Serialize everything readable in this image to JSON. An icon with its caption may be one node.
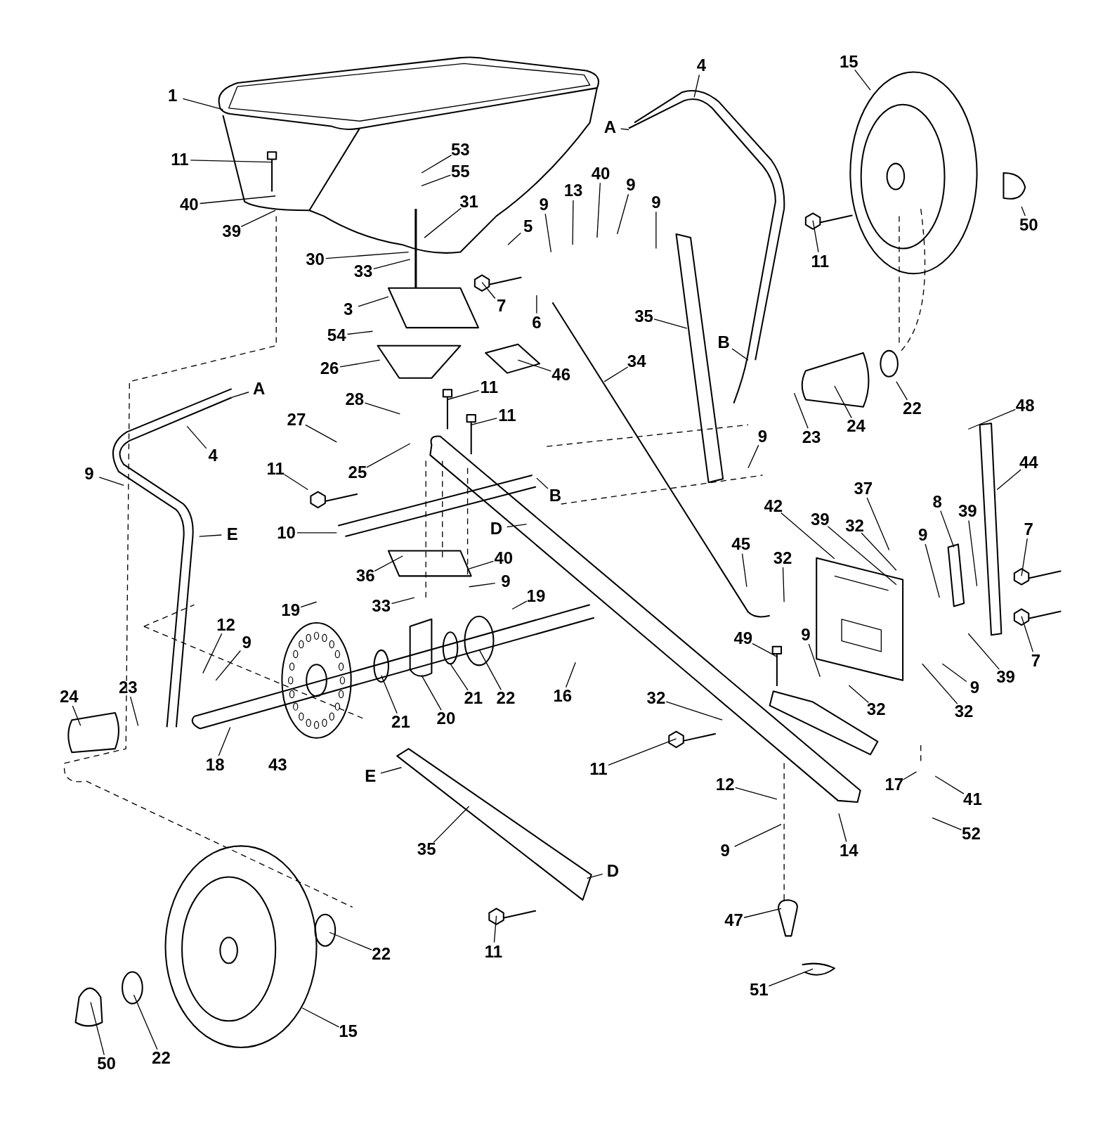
{
  "diagram": {
    "nodes": [
      {
        "text": [
          "1"
        ]
      },
      {
        "text": [
          "11"
        ]
      },
      {
        "text": [
          "40"
        ]
      },
      {
        "text": [
          "39"
        ]
      },
      {
        "text": [
          "53"
        ]
      },
      {
        "text": [
          "55"
        ]
      },
      {
        "text": [
          "31"
        ]
      },
      {
        "text": [
          "30"
        ]
      },
      {
        "text": [
          "33"
        ]
      },
      {
        "text": [
          "3"
        ]
      },
      {
        "text": [
          "54"
        ]
      },
      {
        "text": [
          "26"
        ]
      },
      {
        "text": [
          "28"
        ]
      },
      {
        "text": [
          "11"
        ]
      },
      {
        "text": [
          "11"
        ]
      },
      {
        "text": [
          "27"
        ]
      },
      {
        "text": [
          "4"
        ]
      },
      {
        "text": [
          "25"
        ]
      },
      {
        "text": [
          "A"
        ]
      },
      {
        "text": [
          "9"
        ]
      },
      {
        "text": [
          "11"
        ]
      },
      {
        "text": [
          "10"
        ]
      },
      {
        "text": [
          "E"
        ]
      },
      {
        "text": [
          "B"
        ]
      },
      {
        "text": [
          "D"
        ]
      },
      {
        "text": [
          "36"
        ]
      },
      {
        "text": [
          "40"
        ]
      },
      {
        "text": [
          "9"
        ]
      },
      {
        "text": [
          "33"
        ]
      },
      {
        "text": [
          "19"
        ]
      },
      {
        "text": [
          "19"
        ]
      },
      {
        "text": [
          "12"
        ]
      },
      {
        "text": [
          "9"
        ]
      },
      {
        "text": [
          "24"
        ]
      },
      {
        "text": [
          "23"
        ]
      },
      {
        "text": [
          "18"
        ]
      },
      {
        "text": [
          "21"
        ]
      },
      {
        "text": [
          "20"
        ]
      },
      {
        "text": [
          "21"
        ]
      },
      {
        "text": [
          "22"
        ]
      },
      {
        "text": [
          "16"
        ]
      },
      {
        "text": [
          "32"
        ]
      },
      {
        "text": [
          "11"
        ]
      },
      {
        "text": [
          "12"
        ]
      },
      {
        "text": [
          "9"
        ]
      },
      {
        "text": [
          "14"
        ]
      },
      {
        "text": [
          "E"
        ]
      },
      {
        "text": [
          "35"
        ]
      },
      {
        "text": [
          "D"
        ]
      },
      {
        "text": [
          "11"
        ]
      },
      {
        "text": [
          "22"
        ]
      },
      {
        "text": [
          "15"
        ]
      },
      {
        "text": [
          "22"
        ]
      },
      {
        "text": [
          "50"
        ]
      },
      {
        "text": [
          "47"
        ]
      },
      {
        "text": [
          "51"
        ]
      },
      {
        "text": [
          "17"
        ]
      },
      {
        "text": [
          "41"
        ]
      },
      {
        "text": [
          "52"
        ]
      },
      {
        "text": [
          "49"
        ]
      },
      {
        "text": [
          "9"
        ]
      },
      {
        "text": [
          "32"
        ]
      },
      {
        "text": [
          "32"
        ]
      },
      {
        "text": [
          "9"
        ]
      },
      {
        "text": [
          "39"
        ]
      },
      {
        "text": [
          "7"
        ]
      },
      {
        "text": [
          "7"
        ]
      },
      {
        "text": [
          "39"
        ]
      },
      {
        "text": [
          "8"
        ]
      },
      {
        "text": [
          "9"
        ]
      },
      {
        "text": [
          "32"
        ]
      },
      {
        "text": [
          "37"
        ]
      },
      {
        "text": [
          "39"
        ]
      },
      {
        "text": [
          "42"
        ]
      },
      {
        "text": [
          "45"
        ]
      },
      {
        "text": [
          "32"
        ]
      },
      {
        "text": [
          "44"
        ]
      },
      {
        "text": [
          "48"
        ]
      },
      {
        "text": [
          "9"
        ]
      },
      {
        "text": [
          "23"
        ]
      },
      {
        "text": [
          "24"
        ]
      },
      {
        "text": [
          "22"
        ]
      },
      {
        "text": [
          "B"
        ]
      },
      {
        "text": [
          "35"
        ]
      },
      {
        "text": [
          "34"
        ]
      },
      {
        "text": [
          "46"
        ]
      },
      {
        "text": [
          "6"
        ]
      },
      {
        "text": [
          "7"
        ]
      },
      {
        "text": [
          "5"
        ]
      },
      {
        "text": [
          "9"
        ]
      },
      {
        "text": [
          "13"
        ]
      },
      {
        "text": [
          "40"
        ]
      },
      {
        "text": [
          "9"
        ]
      },
      {
        "text": [
          "9"
        ]
      },
      {
        "text": [
          "11"
        ]
      },
      {
        "text": [
          "50"
        ]
      },
      {
        "text": [
          "15"
        ]
      },
      {
        "text": [
          "4"
        ]
      },
      {
        "text": [
          "A"
        ]
      }
    ],
    "edges": [
      {
        "from": 0,
        "to": null,
        "arrow": "none"
      },
      {
        "from": 1,
        "to": null,
        "arrow": "none"
      },
      {
        "from": 2,
        "to": null,
        "arrow": "none"
      },
      {
        "from": 3,
        "to": null,
        "arrow": "none"
      },
      {
        "from": 4,
        "to": null,
        "arrow": "none"
      },
      {
        "from": 5,
        "to": null,
        "arrow": "none"
      },
      {
        "from": 6,
        "to": null,
        "arrow": "none"
      },
      {
        "from": 7,
        "to": null,
        "arrow": "none"
      },
      {
        "from": 8,
        "to": null,
        "arrow": "none"
      },
      {
        "from": 9,
        "to": null,
        "arrow": "none"
      },
      {
        "from": 10,
        "to": null,
        "arrow": "none"
      },
      {
        "from": 11,
        "to": null,
        "arrow": "none"
      },
      {
        "from": 12,
        "to": null,
        "arrow": "none"
      },
      {
        "from": 13,
        "to": null,
        "arrow": "none"
      },
      {
        "from": 14,
        "to": null,
        "arrow": "none"
      },
      {
        "from": 15,
        "to": null,
        "arrow": "none"
      },
      {
        "from": 16,
        "to": null,
        "arrow": "none"
      },
      {
        "from": 17,
        "to": null,
        "arrow": "none"
      },
      {
        "from": 18,
        "to": null,
        "arrow": "none"
      },
      {
        "from": 19,
        "to": null,
        "arrow": "none"
      },
      {
        "from": 20,
        "to": null,
        "arrow": "none"
      },
      {
        "from": 21,
        "to": null,
        "arrow": "none"
      },
      {
        "from": 22,
        "to": null,
        "arrow": "none"
      },
      {
        "from": 23,
        "to": null,
        "arrow": "none"
      },
      {
        "from": 24,
        "to": null,
        "arrow": "none"
      },
      {
        "from": 25,
        "to": null,
        "arrow": "none"
      },
      {
        "from": 26,
        "to": null,
        "arrow": "none"
      },
      {
        "from": 27,
        "to": null,
        "arrow": "none"
      },
      {
        "from": 28,
        "to": null,
        "arrow": "none"
      },
      {
        "from": 29,
        "to": null,
        "arrow": "none"
      },
      {
        "from": 30,
        "to": null,
        "arrow": "none"
      },
      {
        "from": 31,
        "to": null,
        "arrow": "none"
      },
      {
        "from": 32,
        "to": null,
        "arrow": "none"
      },
      {
        "from": 33,
        "to": null,
        "arrow": "none"
      },
      {
        "from": 34,
        "to": null,
        "arrow": "none"
      },
      {
        "from": 35,
        "to": null,
        "arrow": "none"
      },
      {
        "from": 36,
        "to": null,
        "arrow": "none"
      },
      {
        "from": 37,
        "to": null,
        "arrow": "none"
      },
      {
        "from": 38,
        "to": null,
        "arrow": "none"
      },
      {
        "from": 39,
        "to": null,
        "arrow": "none"
      },
      {
        "from": 40,
        "to": null,
        "arrow": "none"
      },
      {
        "from": 41,
        "to": null,
        "arrow": "none"
      },
      {
        "from": 42,
        "to": null,
        "arrow": "none"
      },
      {
        "from": 43,
        "to": null,
        "arrow": "none"
      },
      {
        "from": 44,
        "to": null,
        "arrow": "none"
      },
      {
        "from": 45,
        "to": null,
        "arrow": "none"
      },
      {
        "from": 46,
        "to": null,
        "arrow": "none"
      },
      {
        "from": 47,
        "to": null,
        "arrow": "none"
      },
      {
        "from": 48,
        "to": null,
        "arrow": "none"
      },
      {
        "from": 49,
        "to": null,
        "arrow": "none"
      },
      {
        "from": 50,
        "to": null,
        "arrow": "none"
      },
      {
        "from": 51,
        "to": null,
        "arrow": "none"
      },
      {
        "from": 52,
        "to": null,
        "arrow": "none"
      },
      {
        "from": 53,
        "to": null,
        "arrow": "none"
      },
      {
        "from": 54,
        "to": null,
        "arrow": "none"
      },
      {
        "from": 55,
        "to": null,
        "arrow": "none"
      },
      {
        "from": 56,
        "to": null,
        "arrow": "none"
      },
      {
        "from": 57,
        "to": null,
        "arrow": "none"
      },
      {
        "from": 58,
        "to": null,
        "arrow": "none"
      },
      {
        "from": 59,
        "to": null,
        "arrow": "none"
      },
      {
        "from": 60,
        "to": null,
        "arrow": "none"
      },
      {
        "from": 61,
        "to": null,
        "arrow": "none"
      },
      {
        "from": 62,
        "to": null,
        "arrow": "none"
      },
      {
        "from": 63,
        "to": null,
        "arrow": "none"
      },
      {
        "from": 64,
        "to": null,
        "arrow": "none"
      },
      {
        "from": 65,
        "to": null,
        "arrow": "none"
      },
      {
        "from": 66,
        "to": null,
        "arrow": "none"
      },
      {
        "from": 67,
        "to": null,
        "arrow": "none"
      },
      {
        "from": 68,
        "to": null,
        "arrow": "none"
      },
      {
        "from": 69,
        "to": null,
        "arrow": "none"
      },
      {
        "from": 70,
        "to": null,
        "arrow": "none"
      },
      {
        "from": 71,
        "to": null,
        "arrow": "none"
      },
      {
        "from": 72,
        "to": null,
        "arrow": "none"
      },
      {
        "from": 73,
        "to": null,
        "arrow": "none"
      },
      {
        "from": 74,
        "to": null,
        "arrow": "none"
      },
      {
        "from": 75,
        "to": null,
        "arrow": "none"
      },
      {
        "from": 76,
        "to": null,
        "arrow": "none"
      },
      {
        "from": 77,
        "to": null,
        "arrow": "none"
      },
      {
        "from": 78,
        "to": null,
        "arrow": "none"
      },
      {
        "from": 79,
        "to": null,
        "arrow": "none"
      },
      {
        "from": 80,
        "to": null,
        "arrow": "none"
      },
      {
        "from": 81,
        "to": null,
        "arrow": "none"
      },
      {
        "from": 82,
        "to": null,
        "arrow": "none"
      },
      {
        "from": 83,
        "to": null,
        "arrow": "none"
      },
      {
        "from": 84,
        "to": null,
        "arrow": "none"
      },
      {
        "from": 85,
        "to": null,
        "arrow": "none"
      },
      {
        "from": 86,
        "to": null,
        "arrow": "none"
      },
      {
        "from": 87,
        "to": null,
        "arrow": "none"
      },
      {
        "from": 88,
        "to": null,
        "arrow": "none"
      },
      {
        "from": 89,
        "to": null,
        "arrow": "none"
      },
      {
        "from": 90,
        "to": null,
        "arrow": "none"
      },
      {
        "from": 91,
        "to": null,
        "arrow": "none"
      },
      {
        "from": 92,
        "to": null,
        "arrow": "none"
      },
      {
        "from": 93,
        "to": null,
        "arrow": "none"
      },
      {
        "from": 94,
        "to": null,
        "arrow": "none"
      },
      {
        "from": 95,
        "to": null,
        "arrow": "none"
      },
      {
        "from": 96,
        "to": null,
        "arrow": "none"
      },
      {
        "from": 97,
        "to": null,
        "arrow": "none"
      },
      {
        "from": 98,
        "to": null,
        "arrow": "none"
      }
    ],
    "labels": [
      "43"
    ]
  }
}
